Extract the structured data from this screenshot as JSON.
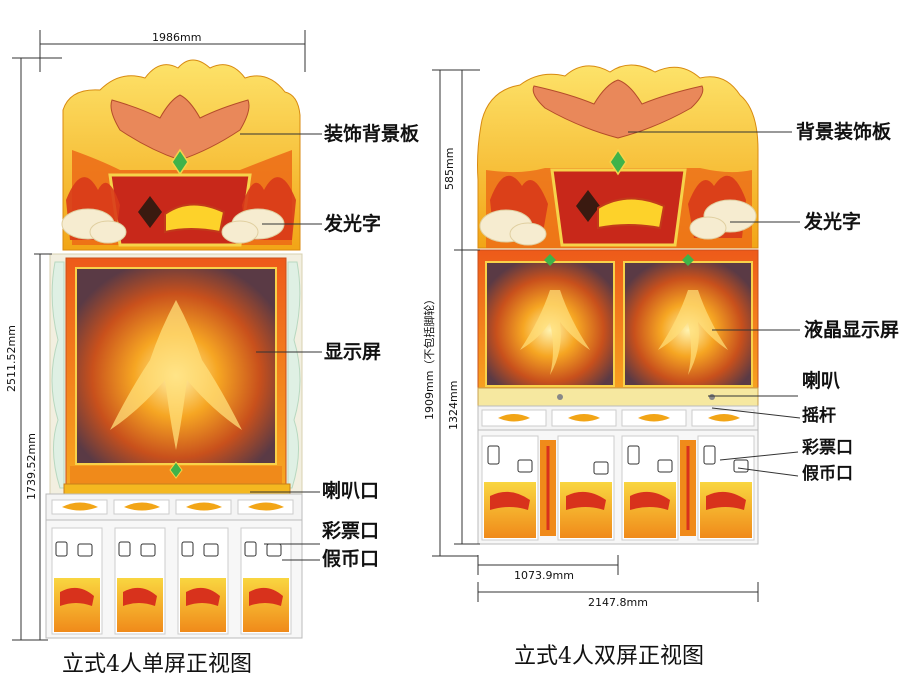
{
  "left_machine": {
    "width_dim": "1986mm",
    "total_height_dim": "2511.52mm",
    "cabinet_height_dim": "1739.52mm",
    "callouts": {
      "decor_panel": "装饰背景板",
      "glow_text": "发光字",
      "screen": "显示屏",
      "speaker": "喇叭口",
      "ticket": "彩票口",
      "fake_coin": "假币口"
    },
    "caption": "立式4人单屏正视图"
  },
  "right_machine": {
    "top_height_dim": "585mm",
    "total_height_dim": "1909mm（不包括脚轮）",
    "cabinet_height_dim": "1324mm",
    "half_width_dim": "1073.9mm",
    "width_dim": "2147.8mm",
    "callouts": {
      "decor_panel": "背景装饰板",
      "glow_text": "发光字",
      "lcd": "液晶显示屏",
      "speaker": "喇叭",
      "joystick": "摇杆",
      "ticket": "彩票口",
      "fake_coin": "假币口"
    },
    "caption": "立式4人双屏正视图"
  },
  "colors": {
    "gold": "#f7c21b",
    "orange": "#ee7a14",
    "red": "#d8321c",
    "cream": "#f6ecd0",
    "sky": "#ffffff"
  }
}
